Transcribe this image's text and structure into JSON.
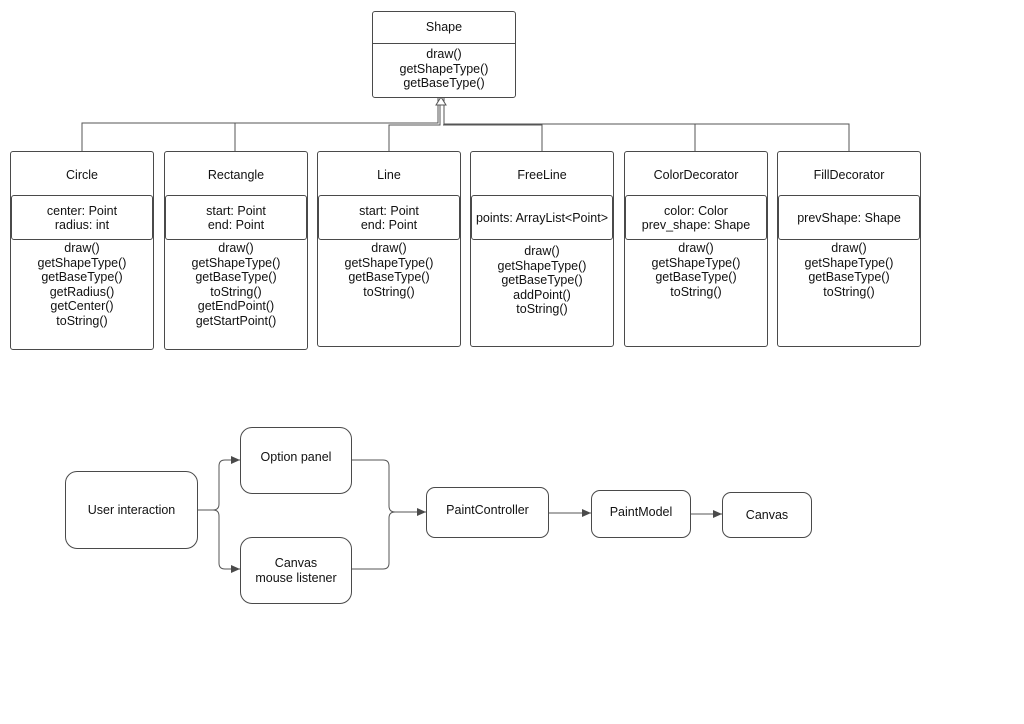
{
  "class_diagram": {
    "parent": {
      "name": "Shape",
      "methods": [
        "draw()",
        "getShapeType()",
        "getBaseType()"
      ]
    },
    "children": [
      {
        "name": "Circle",
        "attributes": [
          "center: Point",
          "radius: int"
        ],
        "methods": [
          "draw()",
          "getShapeType()",
          "getBaseType()",
          "getRadius()",
          "getCenter()",
          "toString()"
        ]
      },
      {
        "name": "Rectangle",
        "attributes": [
          "start: Point",
          "end: Point"
        ],
        "methods": [
          "draw()",
          "getShapeType()",
          "getBaseType()",
          "toString()",
          "getEndPoint()",
          "getStartPoint()"
        ]
      },
      {
        "name": "Line",
        "attributes": [
          "start: Point",
          "end: Point"
        ],
        "methods": [
          "draw()",
          "getShapeType()",
          "getBaseType()",
          "toString()"
        ]
      },
      {
        "name": "FreeLine",
        "attributes": [
          "points: ArrayList<Point>"
        ],
        "methods": [
          "draw()",
          "getShapeType()",
          "getBaseType()",
          "addPoint()",
          "toString()"
        ]
      },
      {
        "name": "ColorDecorator",
        "attributes": [
          "color: Color",
          "prev_shape: Shape"
        ],
        "methods": [
          "draw()",
          "getShapeType()",
          "getBaseType()",
          "toString()"
        ]
      },
      {
        "name": "FillDecorator",
        "attributes": [
          "prevShape: Shape"
        ],
        "methods": [
          "draw()",
          "getShapeType()",
          "getBaseType()",
          "toString()"
        ]
      }
    ]
  },
  "flow_diagram": {
    "user_interaction": "User interaction",
    "option_panel": "Option panel",
    "canvas_mouse_listener": "Canvas mouse listener",
    "paint_controller": "PaintController",
    "paint_model": "PaintModel",
    "canvas": "Canvas"
  },
  "colors": {
    "line": "#4a4a4a",
    "background": "#ffffff"
  }
}
